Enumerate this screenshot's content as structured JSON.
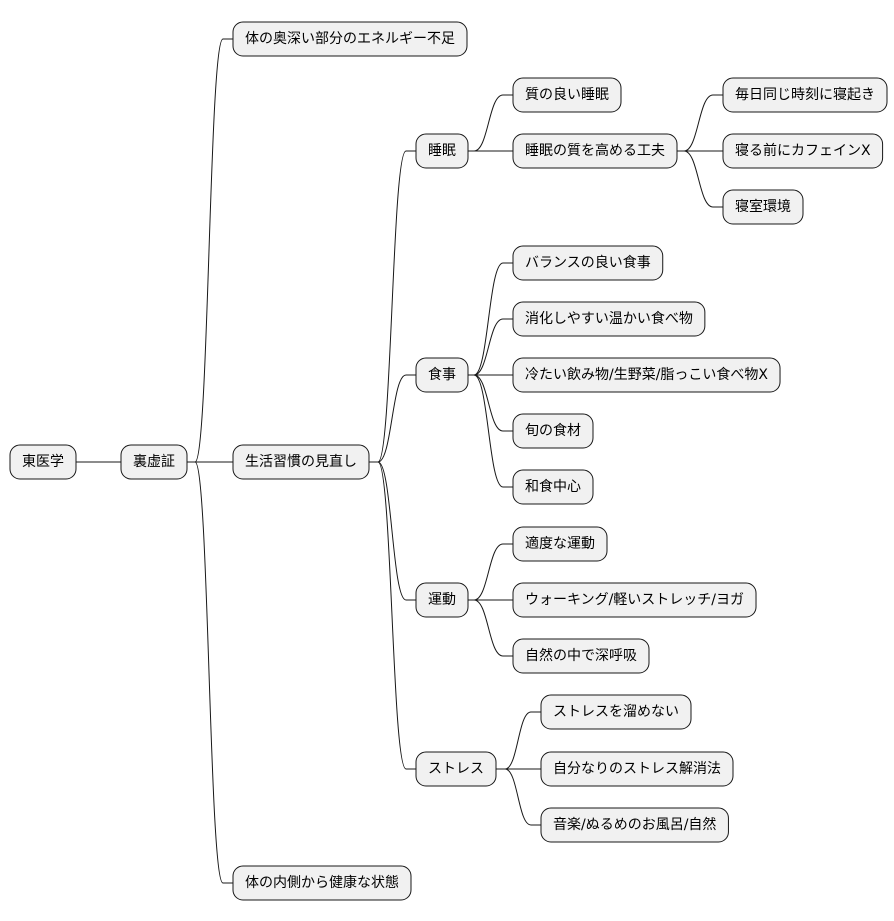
{
  "colors": {
    "node_fill": "#f1f1f1",
    "node_stroke": "#181818",
    "line": "#181818",
    "text": "#000000",
    "background": "#ffffff"
  },
  "nodes": {
    "n_root": "東医学",
    "n_ura": "裏虚証",
    "n_energy": "体の奥深い部分のエネルギー不足",
    "n_lifestyle": "生活習慣の見直し",
    "n_health": "体の内側から健康な状態",
    "n_sleep": "睡眠",
    "n_sleep_good": "質の良い睡眠",
    "n_sleep_tips": "睡眠の質を高める工夫",
    "n_sleep_t1": "毎日同じ時刻に寝起き",
    "n_sleep_t2": "寝る前にカフェインX",
    "n_sleep_t3": "寝室環境",
    "n_meal": "食事",
    "n_meal_1": "バランスの良い食事",
    "n_meal_2": "消化しやすい温かい食べ物",
    "n_meal_3": "冷たい飲み物/生野菜/脂っこい食べ物X",
    "n_meal_4": "旬の食材",
    "n_meal_5": "和食中心",
    "n_exercise": "運動",
    "n_ex_1": "適度な運動",
    "n_ex_2": "ウォーキング/軽いストレッチ/ヨガ",
    "n_ex_3": "自然の中で深呼吸",
    "n_stress": "ストレス",
    "n_st_1": "ストレスを溜めない",
    "n_st_2": "自分なりのストレス解消法",
    "n_st_3": "音楽/ぬるめのお風呂/自然"
  }
}
